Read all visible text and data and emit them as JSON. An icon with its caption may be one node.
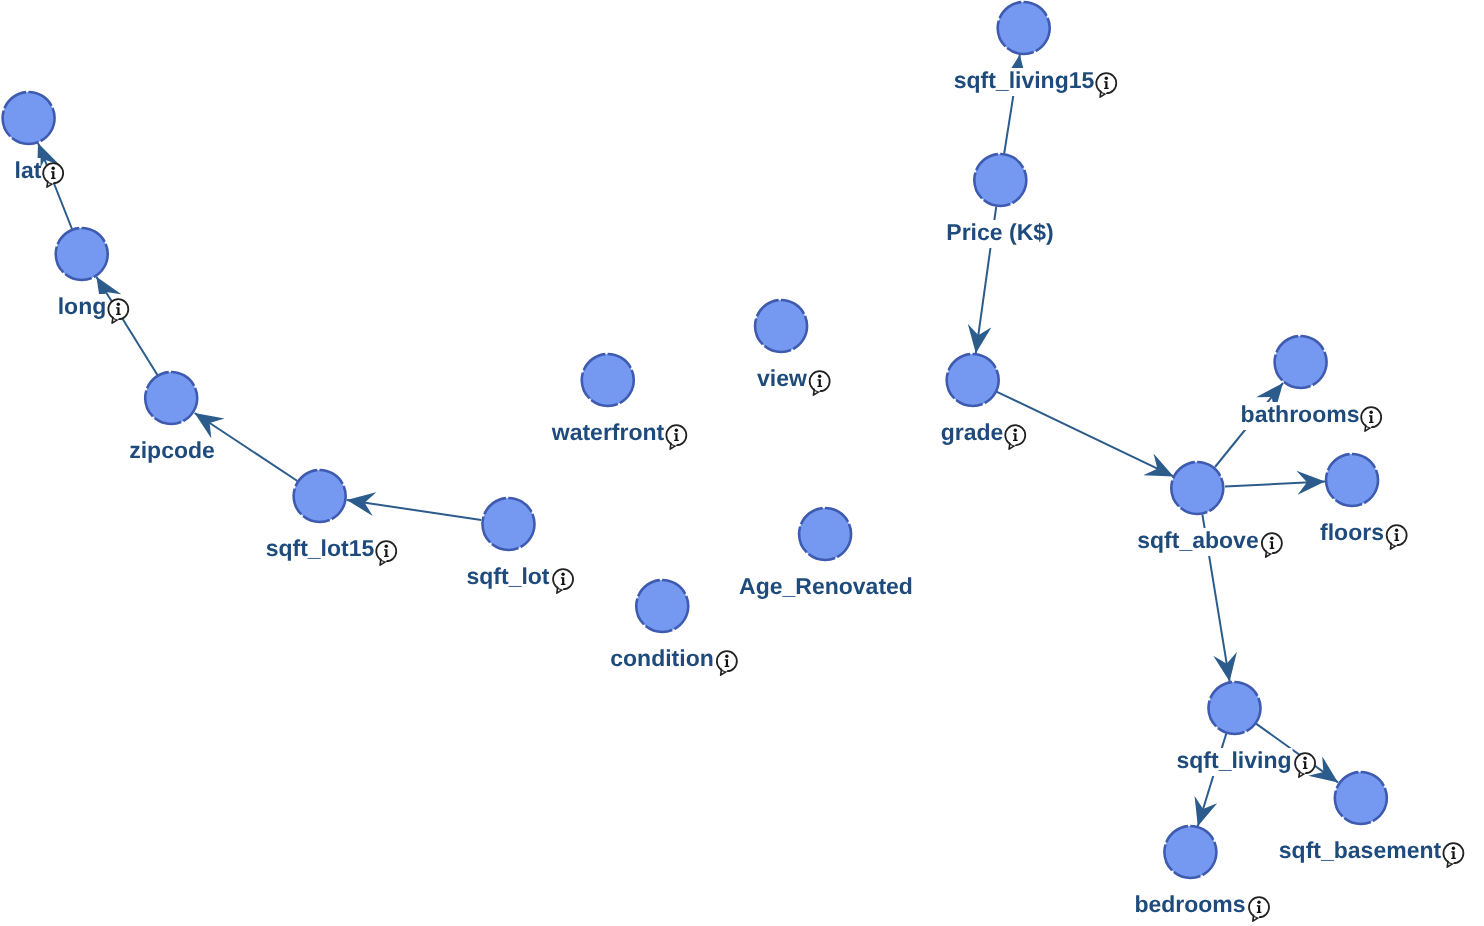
{
  "diagram": {
    "nodes": [
      {
        "text": [
          "lat"
        ]
      },
      {
        "text": [
          "long"
        ]
      },
      {
        "text": [
          "zipcode"
        ]
      },
      {
        "text": [
          "sqft_lot15"
        ]
      },
      {
        "text": [
          "sqft_lot"
        ]
      },
      {
        "text": [
          "waterfront"
        ]
      },
      {
        "text": [
          "view"
        ]
      },
      {
        "text": [
          "condition"
        ]
      },
      {
        "text": [
          "Age_Renovated"
        ]
      },
      {
        "text": [
          "sqft_living15"
        ]
      },
      {
        "text": [
          "Price (K$)"
        ]
      },
      {
        "text": [
          "grade"
        ]
      },
      {
        "text": [
          "sqft_above"
        ]
      },
      {
        "text": [
          "bathrooms"
        ]
      },
      {
        "text": [
          "floors"
        ]
      },
      {
        "text": [
          "sqft_living"
        ]
      },
      {
        "text": [
          "bedrooms"
        ]
      },
      {
        "text": [
          "sqft_basement"
        ]
      }
    ],
    "edges": [
      {
        "from": 1,
        "to": 0,
        "arrow": "to"
      },
      {
        "from": 2,
        "to": 1,
        "arrow": "to"
      },
      {
        "from": 3,
        "to": 2,
        "arrow": "to"
      },
      {
        "from": 4,
        "to": 3,
        "arrow": "to"
      },
      {
        "from": 10,
        "to": 9,
        "arrow": "to"
      },
      {
        "from": 10,
        "to": 11,
        "arrow": "to"
      },
      {
        "from": 11,
        "to": 12,
        "arrow": "to"
      },
      {
        "from": 12,
        "to": 13,
        "arrow": "to"
      },
      {
        "from": 12,
        "to": 14,
        "arrow": "to"
      },
      {
        "from": 12,
        "to": 15,
        "arrow": "to"
      },
      {
        "from": 15,
        "to": 16,
        "arrow": "to"
      },
      {
        "from": 15,
        "to": 17,
        "arrow": "to"
      }
    ]
  }
}
